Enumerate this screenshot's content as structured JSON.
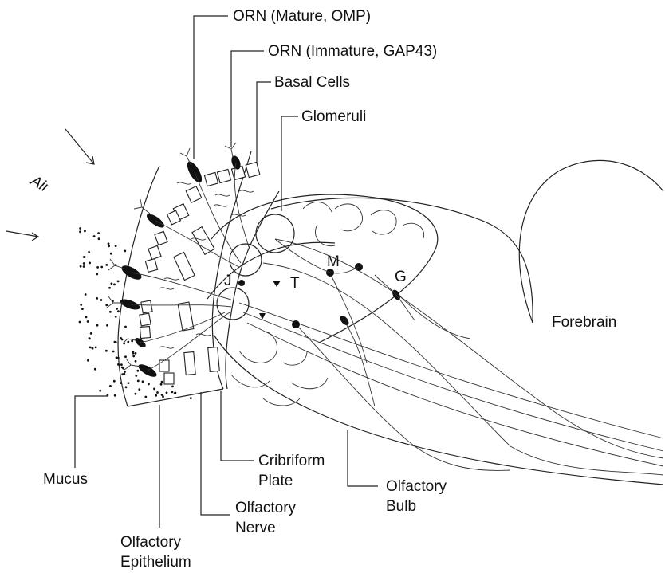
{
  "diagram": {
    "labels": {
      "orn_mature": "ORN (Mature, OMP)",
      "orn_immature": "ORN (Immature, GAP43)",
      "basal_cells": "Basal Cells",
      "glomeruli": "Glomeruli",
      "air": "Air",
      "forebrain": "Forebrain",
      "mucus": "Mucus",
      "olfactory_epithelium_1": "Olfactory",
      "olfactory_epithelium_2": "Epithelium",
      "olfactory_nerve_1": "Olfactory",
      "olfactory_nerve_2": "Nerve",
      "cribriform_1": "Cribriform",
      "cribriform_2": "Plate",
      "olfactory_bulb_1": "Olfactory",
      "olfactory_bulb_2": "Bulb",
      "cell_m": "M",
      "cell_g": "G",
      "cell_t": "T",
      "cell_j": "J"
    }
  }
}
